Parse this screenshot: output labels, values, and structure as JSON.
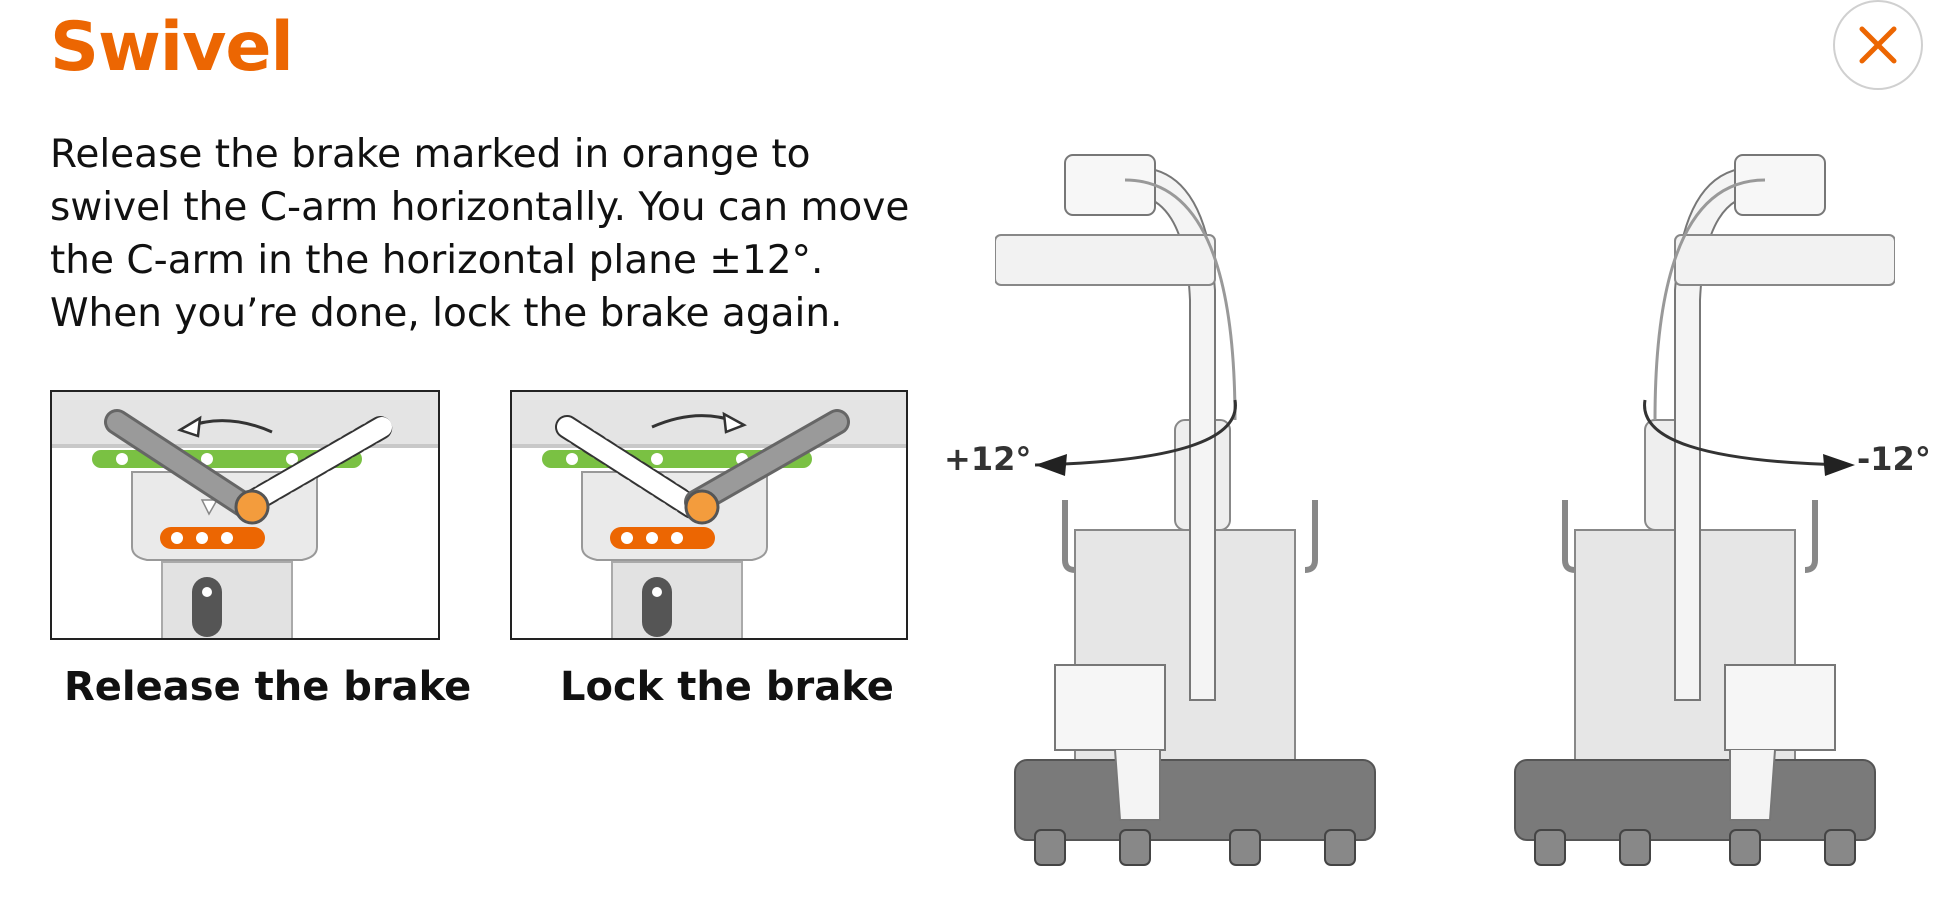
{
  "header": {
    "title": "Swivel",
    "close_icon": "close-icon"
  },
  "description": {
    "lines": [
      "Release the brake marked in orange to",
      "swivel the C-arm horizontally. You can move",
      "the C-arm in the horizontal plane ±12°.",
      "When you’re done, lock the brake again."
    ]
  },
  "steps": [
    {
      "caption": "Release the brake",
      "icon": "brake-release-illustration"
    },
    {
      "caption": "Lock the brake",
      "icon": "brake-lock-illustration"
    }
  ],
  "swivel_views": [
    {
      "angle_label": "+12°",
      "icon": "c-arm-swivel-left-illustration"
    },
    {
      "angle_label": "-12°",
      "icon": "c-arm-swivel-right-illustration"
    }
  ],
  "colors": {
    "accent": "#ec6602",
    "green_strip": "#7ac143",
    "brake_orange": "#f39c3d"
  }
}
